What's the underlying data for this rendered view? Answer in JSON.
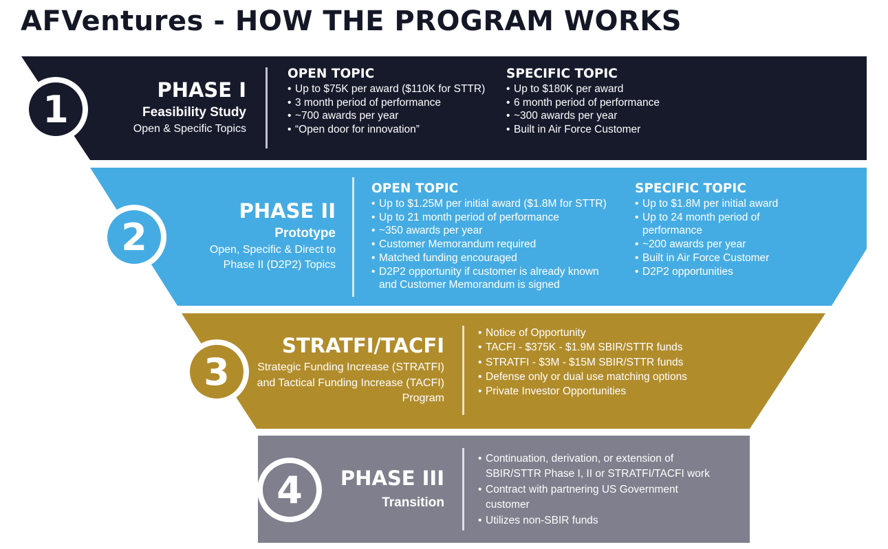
{
  "title": "AFVentures - HOW THE PROGRAM WORKS",
  "colors": {
    "title": "#141826",
    "phase1": "#161a2b",
    "phase2": "#45ace3",
    "phase3": "#b18c2b",
    "phase4": "#7f7f8d",
    "circle_text": "#ffffff",
    "circle_border": "#ffffff"
  },
  "phases": [
    {
      "number": "1",
      "name": "PHASE I",
      "subtitle": "Feasibility Study",
      "description": "Open & Specific Topics",
      "columns": [
        {
          "heading": "OPEN TOPIC",
          "items": [
            "Up to $75K per award ($110K for STTR)",
            "3 month period of performance",
            "~700 awards per year",
            "“Open door for innovation”"
          ]
        },
        {
          "heading": "SPECIFIC TOPIC",
          "items": [
            "Up to $180K per award",
            "6 month period of performance",
            "~300 awards per year",
            "Built in Air Force Customer"
          ]
        }
      ]
    },
    {
      "number": "2",
      "name": "PHASE II",
      "subtitle": "Prototype",
      "description": "Open, Specific & Direct to Phase II (D2P2) Topics",
      "columns": [
        {
          "heading": "OPEN TOPIC",
          "items": [
            "Up to $1.25M per initial award ($1.8M for STTR)",
            "Up to 21 month period of performance",
            "~350 awards per year",
            "Customer Memorandum required",
            "Matched funding encouraged",
            "D2P2 opportunity if customer is already known and Customer Memorandum is signed"
          ]
        },
        {
          "heading": "SPECIFIC TOPIC",
          "items": [
            "Up to $1.8M per initial award",
            "Up to 24 month period of performance",
            "~200 awards per year",
            "Built in Air Force Customer",
            "D2P2 opportunities"
          ]
        }
      ]
    },
    {
      "number": "3",
      "name": "STRATFI/TACFI",
      "subtitle": "",
      "description": "Strategic Funding Increase (STRATFI) and Tactical Funding Increase (TACFI) Program",
      "items": [
        "Notice of Opportunity",
        "TACFI - $375K - $1.9M SBIR/STTR funds",
        "STRATFI - $3M - $15M SBIR/STTR funds",
        "Defense only or dual use matching options",
        "Private Investor Opportunities"
      ]
    },
    {
      "number": "4",
      "name": "PHASE III",
      "subtitle": "Transition",
      "description": "",
      "items": [
        "Continuation, derivation, or extension of SBIR/STTR Phase I, II or STRATFI/TACFI work",
        "Contract with partnering US Government customer",
        "Utilizes non-SBIR funds"
      ]
    }
  ]
}
